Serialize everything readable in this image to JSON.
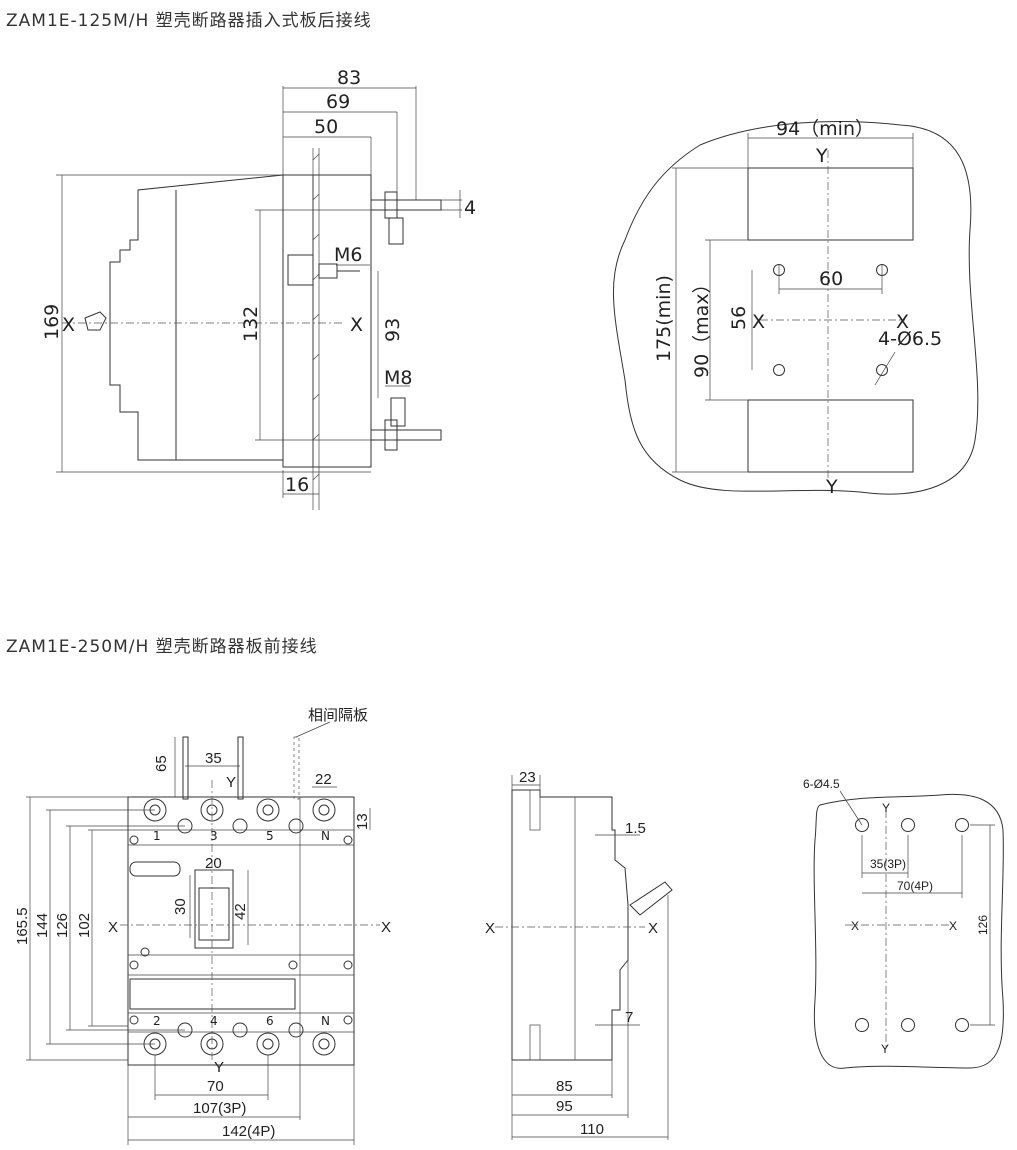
{
  "titles": {
    "top": "ZAM1E-125M/H 塑壳断路器插入式板后接线",
    "bottom": "ZAM1E-250M/H 塑壳断路器板前接线"
  },
  "top_side": {
    "d83": "83",
    "d69": "69",
    "d50": "50",
    "d4": "4",
    "m6": "M6",
    "m8": "M8",
    "d169": "169",
    "d132": "132",
    "d93": "93",
    "d16": "16",
    "x_left": "X",
    "x_right": "X"
  },
  "top_cutout": {
    "w94": "94（min）",
    "y_top": "Y",
    "y_bottom": "Y",
    "d60": "60",
    "d56": "56",
    "x_left": "X",
    "x_right": "X",
    "holes": "4-Ø6.5",
    "d175": "175(min)",
    "d90": "90（max）"
  },
  "bottom_front": {
    "d65": "65",
    "d35": "35",
    "y_top": "Y",
    "d22": "22",
    "d13": "13",
    "partition": "相间隔板",
    "d20": "20",
    "d30": "30",
    "d42": "42",
    "d165": "165.5",
    "d144": "144",
    "d126": "126",
    "d102": "102",
    "x_left": "X",
    "x_right": "X",
    "y_bottom": "Y",
    "d70": "70",
    "d107": "107(3P)",
    "d142": "142(4P)",
    "terms_top": [
      "1",
      "3",
      "5",
      "N"
    ],
    "terms_bottom": [
      "2",
      "4",
      "6",
      "N"
    ]
  },
  "bottom_side": {
    "d23": "23",
    "d15": "1.5",
    "d7": "7",
    "d85": "85",
    "d95": "95",
    "d110": "110",
    "x_left": "X",
    "x_right": "X"
  },
  "bottom_cutout": {
    "holes": "6-Ø4.5",
    "y_top": "Y",
    "y_bottom": "Y",
    "d35": "35(3P)",
    "d70": "70(4P)",
    "d126": "126",
    "x_left": "X",
    "x_right": "X"
  }
}
